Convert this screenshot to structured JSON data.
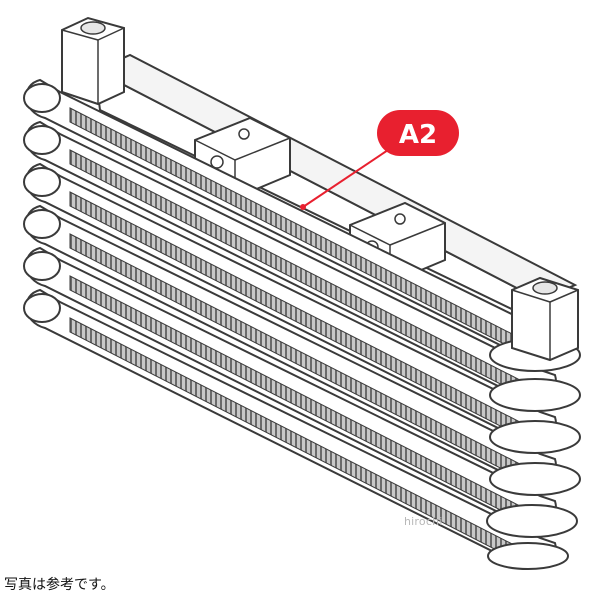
{
  "figure": {
    "subject": "oil-cooler-core",
    "row_count": 6
  },
  "callout": {
    "label": "A2",
    "color": "#e8202f"
  },
  "watermark": "hirochi",
  "caption": "写真は参考です。",
  "colors": {
    "outline": "#3a3a3a",
    "fin_dark": "#6a6a6a",
    "fin_light": "#bdbdbd",
    "plate": "#ffffff"
  }
}
